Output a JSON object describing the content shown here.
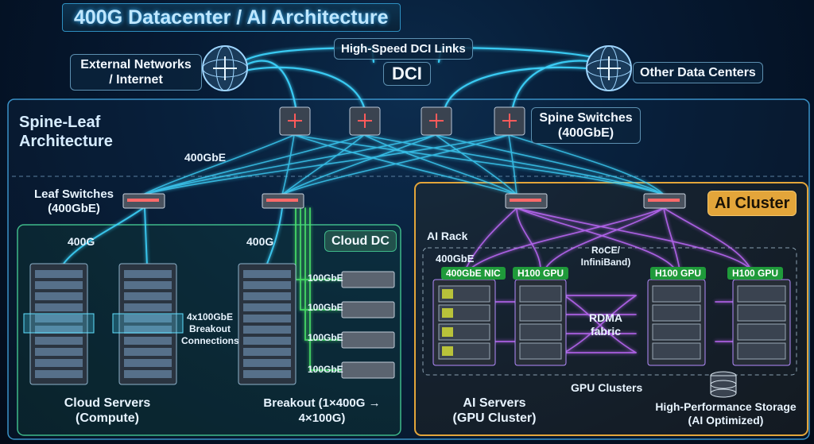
{
  "title": "400G Datacenter / AI Architecture",
  "top": {
    "external_networks": "External Networks / Internet",
    "dci_links": "High-Speed DCI Links",
    "dci": "DCI",
    "other_dcs": "Other Data Centers"
  },
  "spine_leaf": {
    "heading": "Spine-Leaf Architecture",
    "spine_switches": "Spine Switches (400GbE)",
    "speed_400gbe": "400GbE",
    "leaf_switches": "Leaf Switches (400GbE)"
  },
  "cloud_dc": {
    "badge": "Cloud DC",
    "link_400g_a": "400G",
    "link_400g_b": "400G",
    "breakout_connections": "4x100GbE Breakout Connections",
    "breakout_links": [
      "100GbE",
      "100GbE",
      "100GbE",
      "100GbE"
    ],
    "cloud_servers": "Cloud Servers (Compute)",
    "breakout": "Breakout (1×400G → 4×100G)"
  },
  "ai_cluster": {
    "badge": "AI Cluster",
    "ai_rack": "AI Rack",
    "nic_speed": "400GbE",
    "nic_tag": "400GbE NIC",
    "gpu_tags": [
      "H100 GPU",
      "H100 GPU",
      "H100 GPU"
    ],
    "roce": "RoCE/ InfiniBand)",
    "rdma": "RDMA fabric",
    "gpu_clusters": "GPU Clusters",
    "ai_servers": "AI Servers (GPU Cluster)",
    "storage": "High-Performance Storage (AI Optimized)"
  },
  "colors": {
    "cyan_link": "#3fd6ff",
    "green_link": "#4be36a",
    "purple_link": "#c46bff",
    "ai_border": "#e3a53a",
    "cloud_border": "#3fb98a",
    "nic_green": "#1f9a3a"
  }
}
